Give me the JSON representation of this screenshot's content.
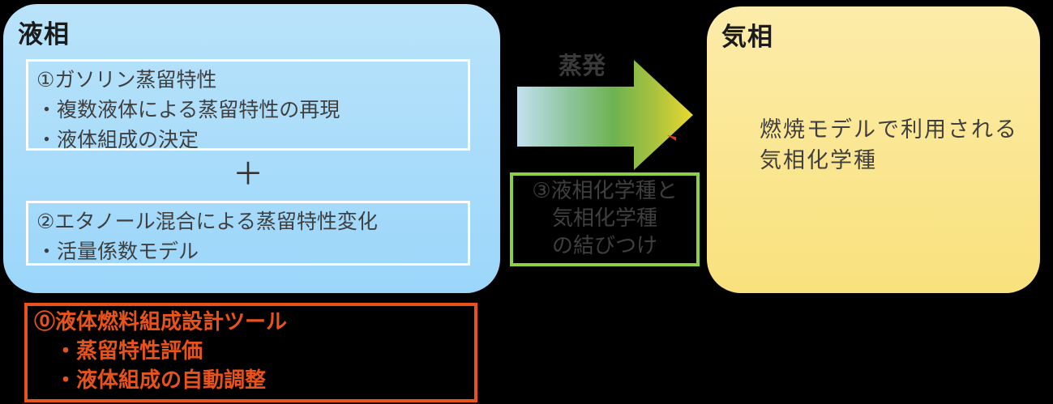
{
  "colors": {
    "background": "#000000",
    "liquid_fill_top": "#b9e3fa",
    "liquid_fill_bottom": "#9bd6fa",
    "gas_fill_top": "#fcecaa",
    "gas_fill_bottom": "#f9e17c",
    "tool_accent": "#e8531c",
    "link_border": "#8ed044",
    "arrow_start": "#c2e1ef",
    "arrow_mid": "#6db350",
    "arrow_end": "#ead92e",
    "title_text": "#1b1b1b",
    "body_text": "#3f3f3f"
  },
  "liquid_panel": {
    "title": "液相",
    "box1": {
      "lines": [
        "①ガソリン蒸留特性",
        "・複数液体による蒸留特性の再現",
        "・液体組成の決定"
      ]
    },
    "plus": "＋",
    "box2": {
      "lines": [
        "②エタノール混合による蒸留特性変化",
        "・活量係数モデル"
      ]
    }
  },
  "tool_box": {
    "lines": [
      "⓪液体燃料組成設計ツール",
      "・蒸留特性評価",
      "・液体組成の自動調整"
    ]
  },
  "arrow": {
    "label": "蒸発"
  },
  "link_box": {
    "lines": [
      "③液相化学種と",
      "気相化学種",
      "の結びつけ"
    ]
  },
  "gas_panel": {
    "title": "気相",
    "lines": [
      "燃焼モデルで利用される",
      "気相化学種"
    ]
  }
}
